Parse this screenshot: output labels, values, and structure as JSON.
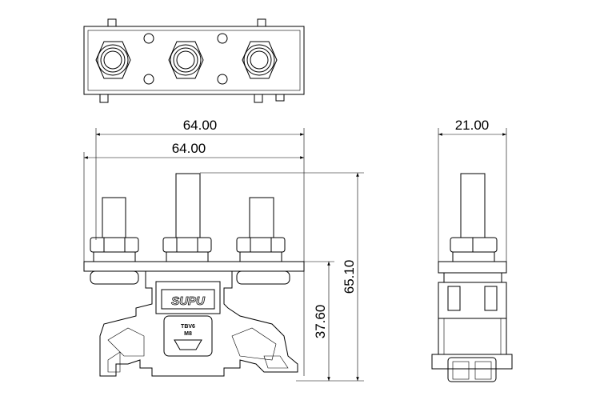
{
  "dimensions": {
    "top_width": "64.00",
    "plate_width": "64.00",
    "side_width": "21.00",
    "total_height": "65.10",
    "base_height": "37.60"
  },
  "labels": {
    "brand": "SUPU",
    "model": "TBV6",
    "thread": "M8"
  }
}
